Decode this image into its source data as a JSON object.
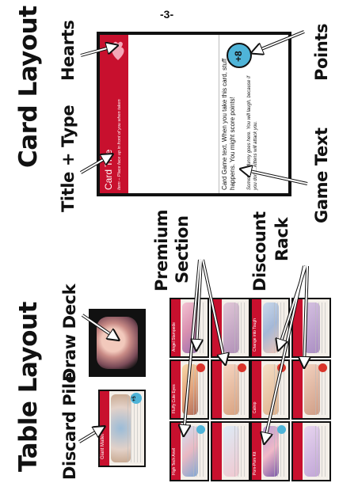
{
  "page_number": "-3-",
  "card_layout": {
    "heading": "Card Layout",
    "labels": {
      "hearts": "Hearts",
      "title_type": "Title + Type",
      "points": "Points",
      "game_text": "Game Text"
    },
    "card": {
      "title": "Card Title",
      "type_line": "Item – Place face up in front of you when taken",
      "points": "+8",
      "game_text": "Card Game text. When you take this card, stuff happens. You might score points!",
      "flavor_text": "Something funny goes here. You will laugh, because if you don't...kittens will attack you."
    }
  },
  "table_layout": {
    "heading": "Table Layout",
    "labels": {
      "discard_pile": "Discard Pile",
      "draw_deck": "Draw Deck",
      "premium_section": "Premium Section",
      "premium_line1": "Premium",
      "premium_line2": "Section",
      "discount_rack": "Discount Rack",
      "discount_line1": "Discount",
      "discount_line2": "Rack"
    },
    "discard_card": {
      "title": "Giant Mallet",
      "points": "+5"
    },
    "premium_cards": [
      {
        "title": "High Tech Anvil",
        "points": "+6"
      },
      {
        "title": "Fluffy Cute Eyes",
        "points": ""
      },
      {
        "title": "Angel Stampede",
        "points": ""
      },
      {
        "title": "",
        "points": ""
      },
      {
        "title": "",
        "points": ""
      },
      {
        "title": "",
        "points": ""
      }
    ],
    "discount_cards": [
      {
        "title": "Pom-Pom Kit",
        "points": "+3"
      },
      {
        "title": "Catnip",
        "points": ""
      },
      {
        "title": "Change into Tough",
        "points": ""
      },
      {
        "title": "",
        "points": ""
      },
      {
        "title": "",
        "points": ""
      },
      {
        "title": "",
        "points": ""
      }
    ]
  },
  "colors": {
    "card_red": "#c8102e",
    "points_blue": "#4fb4d8",
    "heart_pink": "#f3a6b6"
  }
}
